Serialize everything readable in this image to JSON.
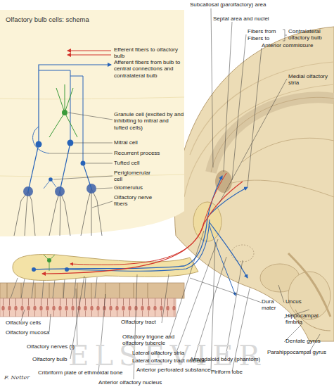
{
  "diagram": {
    "labels": [
      "Olfactory bulb cells: schema",
      "Efferent fibers to olfactory bulb",
      "Afferent fibers from bulb to central connections and contralateral bulb",
      "Granule cell (excited by and inhibiting to mitral and tufted cells)",
      "Mitral cell",
      "Recurrent process",
      "Tufted cell",
      "Periglomerular cell",
      "Glomerulus",
      "Olfactory nerve fibers",
      "Subcallosal (parolfactory) area",
      "Septal area and nuclei",
      "Fibers from",
      "Fibers to",
      "Contralateral olfactory bulb",
      "Anterior commissure",
      "Medial olfactory stria",
      "Olfactory cells",
      "Olfactory mucosa",
      "Olfactory nerves (I)",
      "Olfactory bulb",
      "Cribriform plate of ethmoidal bone",
      "Anterior olfactory nucleus",
      "Olfactory tract",
      "Olfactory trigone and olfactory tubercle",
      "Lateral olfactory stria",
      "Lateral olfactory tract nucleus",
      "Anterior perforated substance",
      "Amygdaloid body (phantom)",
      "Piriform lobe",
      "Uncus",
      "Hippocampal fimbria",
      "Dentate gyrus",
      "Parahippocampal gyrus",
      "Dura mater",
      "ELSEVIER",
      "F. Netter"
    ]
  }
}
